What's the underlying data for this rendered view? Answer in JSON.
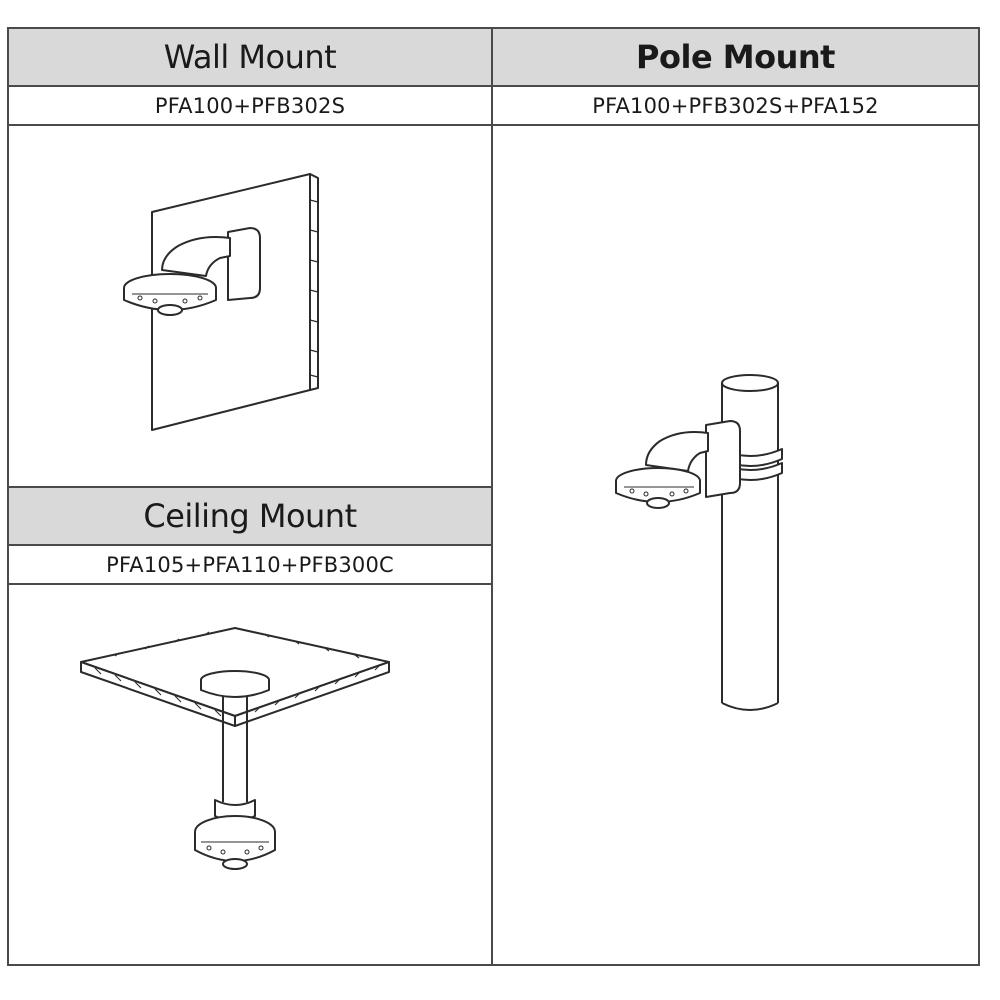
{
  "wall": {
    "title": "Wall Mount",
    "model": "PFA100+PFB302S"
  },
  "pole": {
    "title": "Pole Mount",
    "model": "PFA100+PFB302S+PFA152"
  },
  "ceiling": {
    "title": "Ceiling Mount",
    "model": "PFA105+PFA110+PFB300C"
  },
  "colors": {
    "header_bg": "#d9d9d9",
    "border": "#4a4a4a",
    "line_art": "#2b2b2b"
  }
}
